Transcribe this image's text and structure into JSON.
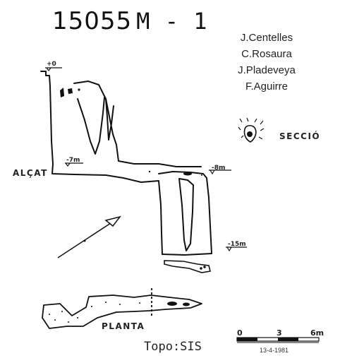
{
  "title": {
    "number": "15055",
    "code": "M - 1"
  },
  "authors": [
    "J.Centelles",
    "C.Rosaura",
    "J.Pladeveya",
    "F.Aguirre"
  ],
  "labels": {
    "elevation": "ALÇAT",
    "section": "SECCIÓ",
    "plan": "PLANTA",
    "topo": "Topo:SIS"
  },
  "depths": {
    "d0": "+0",
    "d7": "-7m",
    "d8": "-8m",
    "d15": "-15m"
  },
  "scale": {
    "ticks": [
      "0",
      "3",
      "6m"
    ],
    "date": "13-4-1981"
  },
  "icons": [
    "north-arrow-icon",
    "section-symbol-icon"
  ]
}
